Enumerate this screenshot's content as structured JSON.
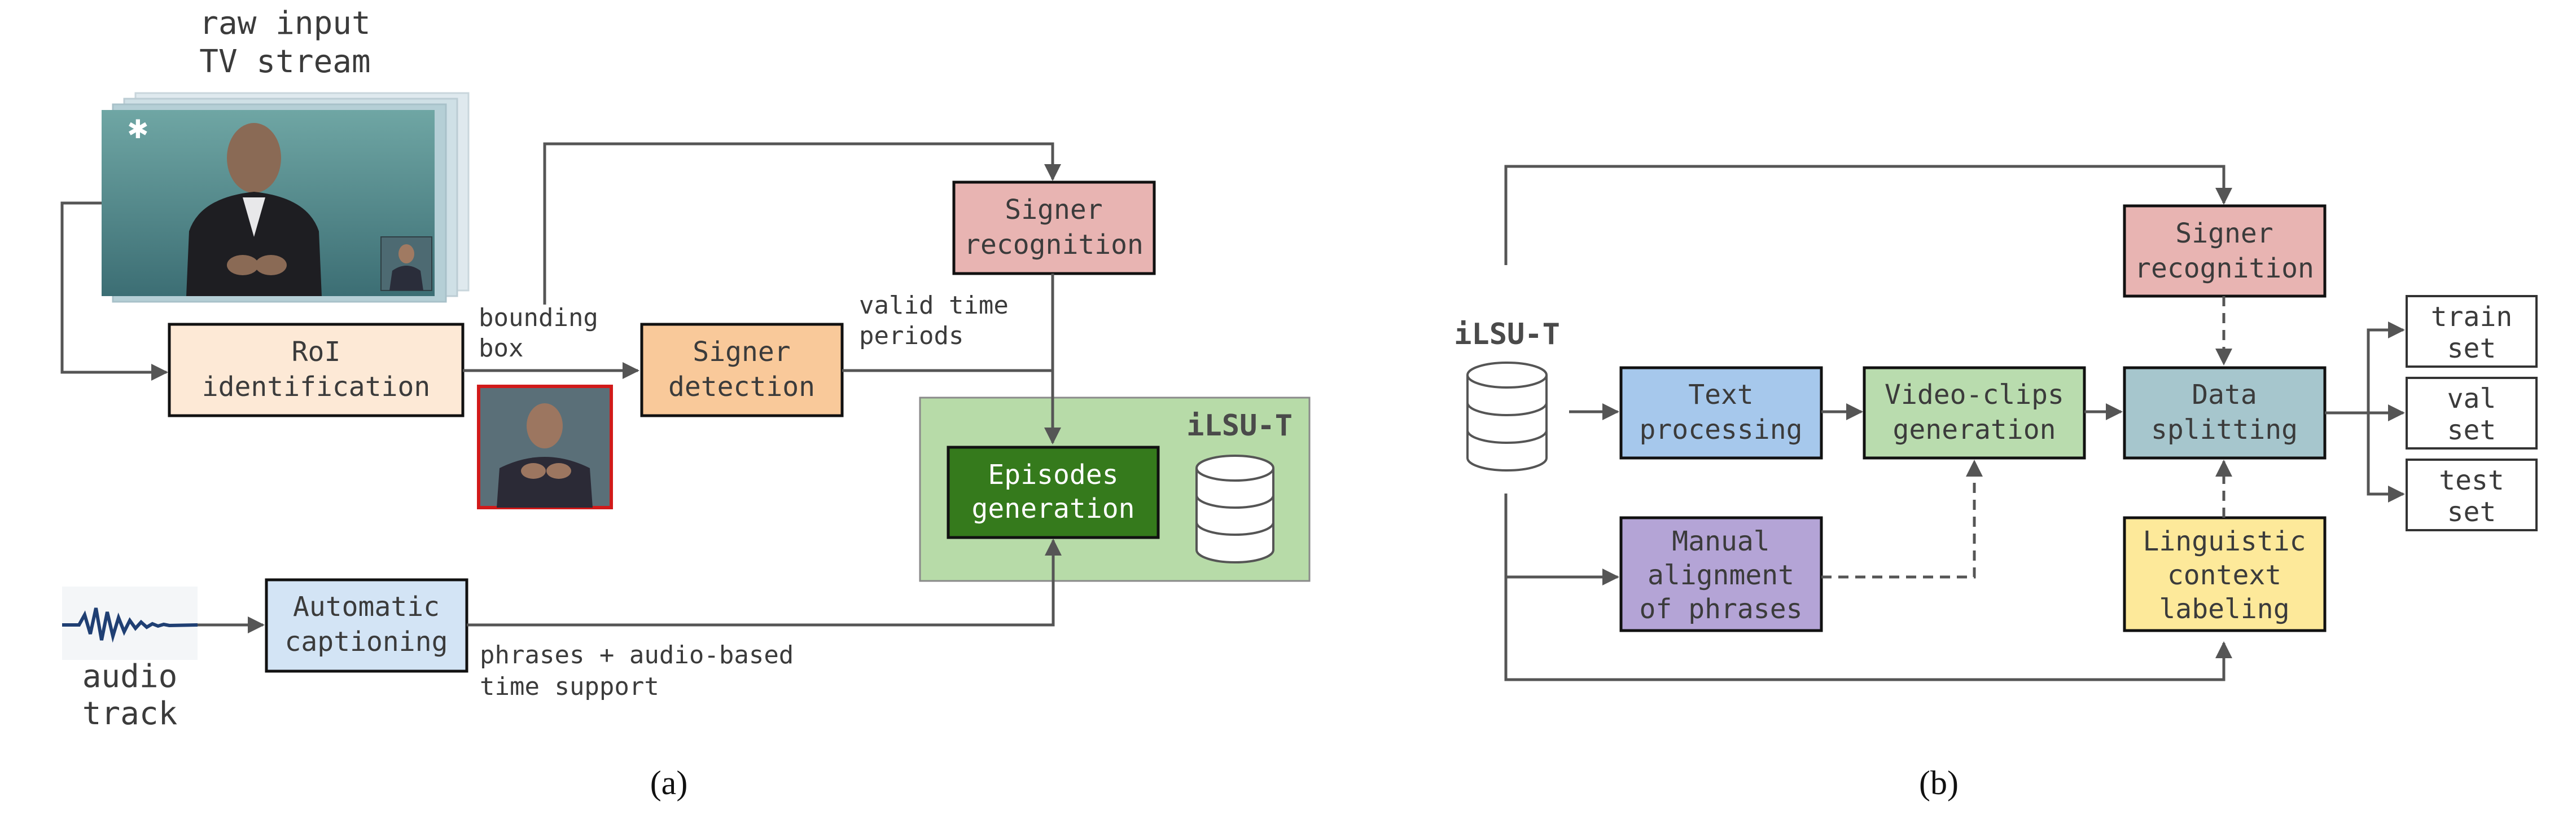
{
  "panel_a": {
    "caption": "(a)",
    "raw_input_line1": "raw input",
    "raw_input_line2": "TV stream",
    "audio_line1": "audio",
    "audio_line2": "track",
    "bounding_line1": "bounding",
    "bounding_line2": "box",
    "valid_line1": "valid time",
    "valid_line2": "periods",
    "phrases_line1": "phrases + audio-based",
    "phrases_line2": "time support",
    "dataset_title": "iLSU-T",
    "boxes": {
      "roi": [
        "RoI",
        "identification"
      ],
      "signer_detection": [
        "Signer",
        "detection"
      ],
      "signer_recognition": [
        "Signer",
        "recognition"
      ],
      "episodes": [
        "Episodes",
        "generation"
      ],
      "captioning": [
        "Automatic",
        "captioning"
      ]
    }
  },
  "panel_b": {
    "caption": "(b)",
    "dataset_title": "iLSU-T",
    "boxes": {
      "text_processing": [
        "Text",
        "processing"
      ],
      "video_clips": [
        "Video-clips",
        "generation"
      ],
      "signer_recognition": [
        "Signer",
        "recognition"
      ],
      "data_splitting": [
        "Data",
        "splitting"
      ],
      "manual_alignment": [
        "Manual",
        "alignment",
        "of phrases"
      ],
      "linguistic": [
        "Linguistic",
        "context",
        "labeling"
      ],
      "train": [
        "train",
        "set"
      ],
      "val": [
        "val",
        "set"
      ],
      "test": [
        "test",
        "set"
      ]
    }
  },
  "colors": {
    "roi": "#fde9d6",
    "signer_detection": "#f9c99a",
    "signer_recognition": "#e8b4b2",
    "episodes": "#357a1c",
    "dataset_bg": "#b7dba8",
    "captioning": "#d3e4f5",
    "text_processing": "#a6c8ec",
    "video_clips": "#b9dcae",
    "data_splitting": "#a6c6cd",
    "manual_alignment": "#b4a4d6",
    "linguistic": "#fde99a",
    "output_sets": "#ffffff"
  }
}
